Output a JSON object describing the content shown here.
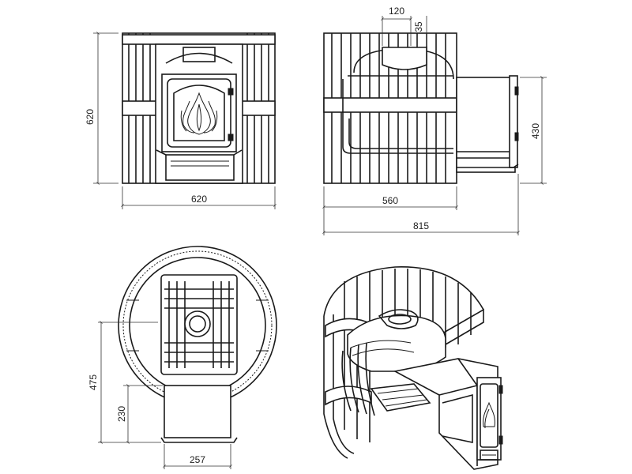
{
  "dimensions": {
    "front_height": "620",
    "front_width": "620",
    "side_top_a": "120",
    "side_top_b": "35",
    "side_door_height": "430",
    "side_width": "560",
    "side_total": "815",
    "top_depth": "475",
    "top_neck": "230",
    "top_neck_width": "257"
  }
}
